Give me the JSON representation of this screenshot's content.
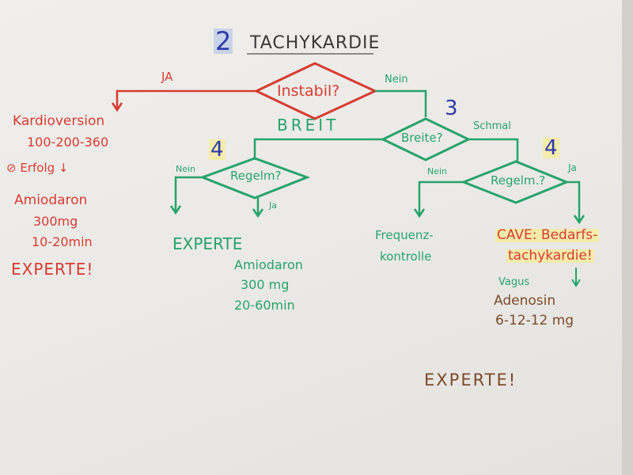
{
  "title": {
    "number": "2",
    "text": "TACHYKARDIE"
  },
  "decisions": {
    "instabil": "Instabil?",
    "breite": "Breite?",
    "regelm_left": "Regelm?",
    "regelm_right": "Regelm.?"
  },
  "edges": {
    "ja_instabil": "JA",
    "nein_instabil": "Nein",
    "breit": "BREIT",
    "schmal": "Schmal",
    "nein_left": "Nein",
    "ja_left": "Ja",
    "nein_right": "Nein",
    "ja_right": "Ja"
  },
  "step_numbers": {
    "breite": "3",
    "regelm_left": "4",
    "regelm_right": "4"
  },
  "left_branch": {
    "line1": "Kardioversion",
    "line2": "100-200-360",
    "line3": "⊘ Erfolg ↓",
    "line4": "Amiodaron",
    "line5": "300mg",
    "line6": "10-20min",
    "line7": "EXPERTE!"
  },
  "broad_irregular": {
    "label": "EXPERTE"
  },
  "broad_regular": {
    "line1": "Amiodaron",
    "line2": "300 mg",
    "line3": "20-60min"
  },
  "narrow_irregular": {
    "line1": "Frequenz-",
    "line2": "kontrolle"
  },
  "narrow_regular": {
    "line1": "CAVE: Bedarfs-",
    "line2": "tachykardie!",
    "vagus": "Vagus",
    "line3": "Adenosin",
    "line4": "6-12-12 mg"
  },
  "footer": "EXPERTE!",
  "colors": {
    "red": "#d63c32",
    "green": "#27a36a",
    "blue": "#2f3aa8",
    "dark": "#3a3a3a",
    "brown": "#7a4b2a"
  }
}
